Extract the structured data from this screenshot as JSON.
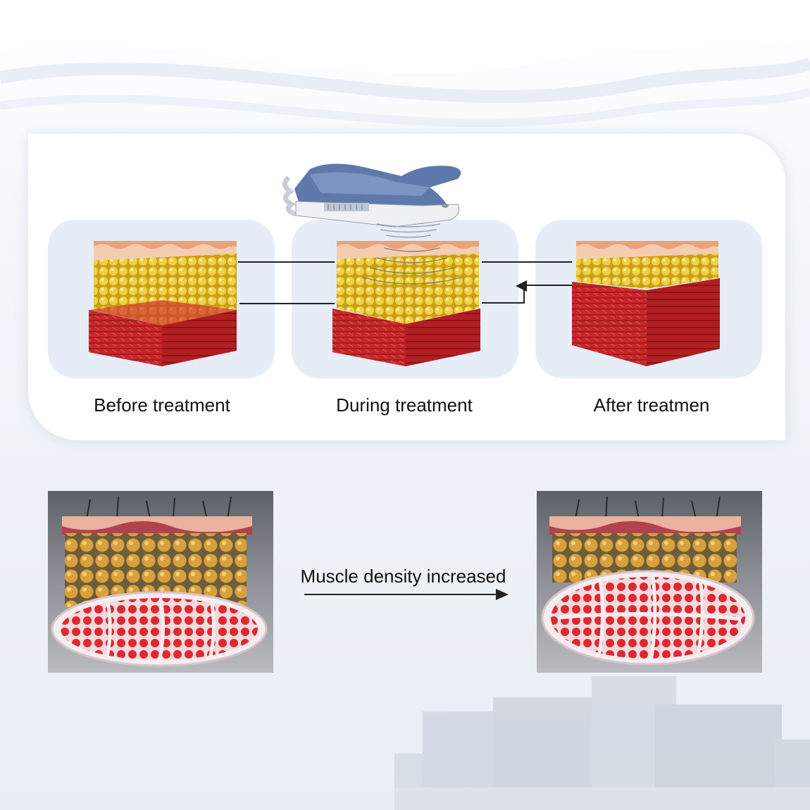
{
  "stages": [
    {
      "label": "Before treatment"
    },
    {
      "label": "During treatment"
    },
    {
      "label": "After treatmen"
    }
  ],
  "arrow_label": "Muscle density increased",
  "colors": {
    "fat": "#e2b92c",
    "muscle": "#c8262a",
    "skin": "#f3c7a4",
    "panel": "#e7edf7",
    "device": "#5a76a8"
  },
  "icons": [
    "treatment-device-icon",
    "tissue-block-icon",
    "muscle-cross-section-icon",
    "arrow-right-icon"
  ]
}
